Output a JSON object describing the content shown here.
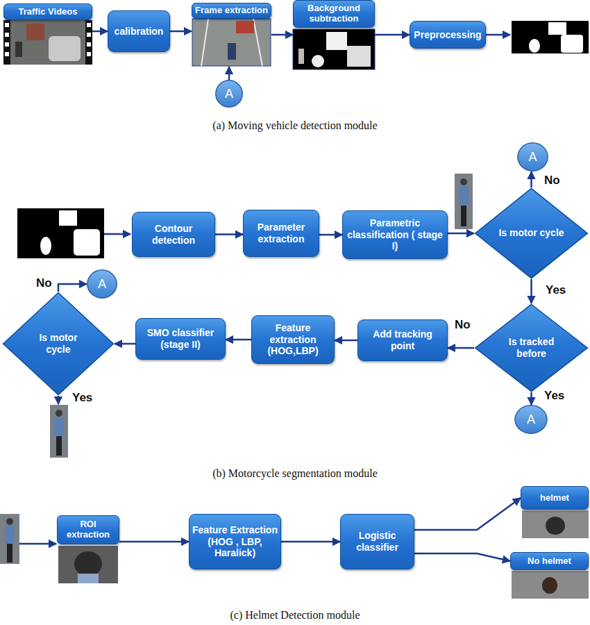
{
  "diagram": {
    "nodes": [
      {
        "text": [
          "Traffic Videos"
        ]
      },
      {
        "text": [
          "calibration"
        ]
      },
      {
        "text": [
          "Frame extraction"
        ]
      },
      {
        "text": [
          "Background subtraction"
        ]
      },
      {
        "text": [
          "Preprocessing"
        ]
      },
      {
        "text": [
          "A"
        ]
      },
      {
        "text": [
          "Contour detection"
        ]
      },
      {
        "text": [
          "Parameter extraction"
        ]
      },
      {
        "text": [
          "Parametric classification ( stage I)"
        ]
      },
      {
        "text": [
          "Is motor cycle"
        ]
      },
      {
        "text": [
          "A"
        ]
      },
      {
        "text": [
          "Is tracked before"
        ]
      },
      {
        "text": [
          "A"
        ]
      },
      {
        "text": [
          "Add tracking point"
        ]
      },
      {
        "text": [
          "Feature extraction (HOG,LBP)"
        ]
      },
      {
        "text": [
          "SMO classifier (stage II)"
        ]
      },
      {
        "text": [
          "Is motor cycle"
        ]
      },
      {
        "text": [
          "A"
        ]
      },
      {
        "text": [
          "ROI extraction"
        ]
      },
      {
        "text": [
          "Feature Extraction (HOG , LBP, Haralick)"
        ]
      },
      {
        "text": [
          "Logistic classifier"
        ]
      },
      {
        "text": [
          "helmet"
        ]
      },
      {
        "text": [
          "No helmet"
        ]
      }
    ],
    "edges": [
      {
        "from": 0,
        "to": 1,
        "arrow": "to"
      },
      {
        "from": 1,
        "to": 2,
        "arrow": "to"
      },
      {
        "from": 2,
        "to": 3,
        "arrow": "to"
      },
      {
        "from": 3,
        "to": 4,
        "arrow": "to"
      },
      {
        "from": 5,
        "to": 2,
        "arrow": "to"
      },
      {
        "from": 6,
        "to": 7,
        "arrow": "to"
      },
      {
        "from": 7,
        "to": 8,
        "arrow": "to"
      },
      {
        "from": 8,
        "to": 9,
        "arrow": "to"
      },
      {
        "from": 9,
        "to": 10,
        "label": "No",
        "arrow": "to"
      },
      {
        "from": 9,
        "to": 11,
        "label": "Yes",
        "arrow": "to"
      },
      {
        "from": 11,
        "to": 12,
        "label": "Yes",
        "arrow": "to"
      },
      {
        "from": 11,
        "to": 13,
        "label": "No",
        "arrow": "to"
      },
      {
        "from": 13,
        "to": 14,
        "arrow": "to"
      },
      {
        "from": 14,
        "to": 15,
        "arrow": "to"
      },
      {
        "from": 15,
        "to": 16,
        "arrow": "to"
      },
      {
        "from": 16,
        "to": 17,
        "label": "No",
        "arrow": "to"
      },
      {
        "from": 18,
        "to": 19,
        "arrow": "to"
      },
      {
        "from": 19,
        "to": 20,
        "arrow": "to"
      },
      {
        "from": 20,
        "to": 21,
        "arrow": "to"
      },
      {
        "from": 20,
        "to": 22,
        "arrow": "to"
      }
    ],
    "labels": [
      "(a) Moving vehicle detection module",
      "Yes",
      "(b) Motorcycle segmentation module",
      "(c) Helmet Detection module"
    ]
  }
}
